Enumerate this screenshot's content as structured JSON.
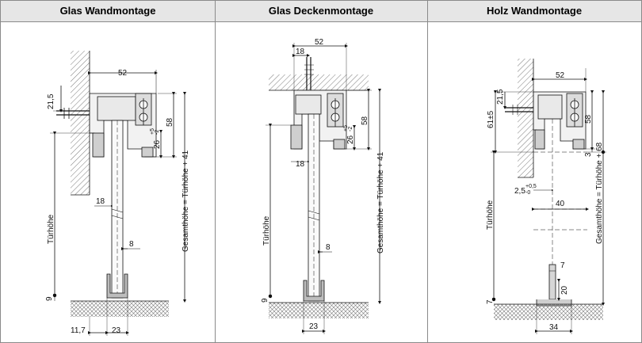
{
  "columns": [
    {
      "title": "Glas Wandmontage",
      "labels": {
        "width": "52",
        "top": "21,5",
        "height58": "58",
        "height26": "26",
        "tol_plus": "+5",
        "tol_minus": "-2",
        "gap18": "18",
        "glass8": "8",
        "floor9": "9",
        "left117": "11,7",
        "bottom23": "23",
        "door_height": "Türhöhe",
        "total_height": "Gesamthöhe = Türhöhe + 41"
      }
    },
    {
      "title": "Glas Deckenmontage",
      "labels": {
        "width": "52",
        "gap_top18": "18",
        "height58": "58",
        "height26": "26",
        "tol_plus": "+5",
        "tol_minus": "-2",
        "gap18": "18",
        "glass8": "8",
        "floor9": "9",
        "bottom23": "23",
        "door_height": "Türhöhe",
        "total_height": "Gesamthöhe = Türhöhe + 41"
      }
    },
    {
      "title": "Holz Wandmontage",
      "labels": {
        "width": "52",
        "top": "21,5",
        "left61": "61±5",
        "height58": "58",
        "gap3": "3",
        "gap25": "2,5",
        "tol_plus": "+0,5",
        "tol_minus": "-0",
        "width40": "40",
        "door_height": "Türhöhe",
        "total_height": "Gesamthöhe = Türhöhe + 68",
        "slot7": "7",
        "slot20": "20",
        "floor7": "7",
        "bottom34": "34"
      }
    }
  ],
  "colors": {
    "header_bg": "#e6e6e6",
    "border": "#8a8a8a",
    "line": "#111111",
    "hatch": "#7a7a7a"
  }
}
